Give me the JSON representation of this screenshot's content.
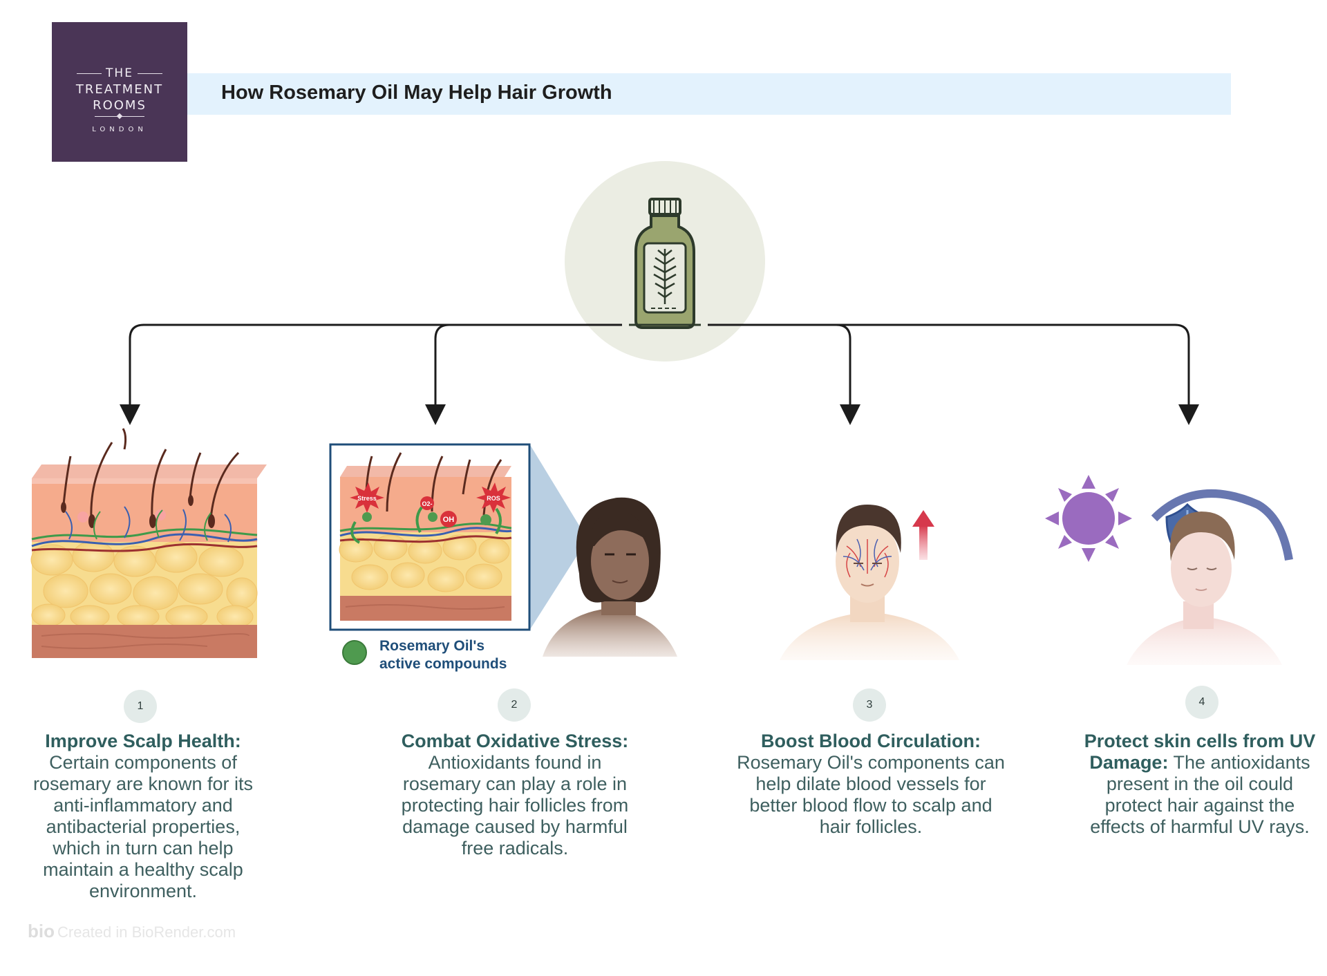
{
  "brand": {
    "line1": "THE",
    "line2": "TREATMENT",
    "line3": "ROOMS",
    "line4": "LONDON",
    "color": "#4a3556"
  },
  "title": "How Rosemary Oil May Help Hair Growth",
  "center_icon": "rosemary-oil-bottle-icon",
  "legend": {
    "label_line1": "Rosemary Oil's",
    "label_line2": "active compounds",
    "color": "#4f9a4f"
  },
  "inset_labels": {
    "stress": "Stress",
    "o2": "O2-",
    "oh": "OH",
    "ros": "ROS"
  },
  "steps": [
    {
      "number": "1",
      "heading": "Improve Scalp Health:",
      "lines": [
        "Certain components of",
        "rosemary are known for its",
        "anti-inflammatory and",
        "antibacterial properties,",
        "which in turn can help",
        "maintain a healthy scalp",
        "environment."
      ]
    },
    {
      "number": "2",
      "heading": "Combat Oxidative Stress:",
      "lines": [
        "Antioxidants found in",
        "rosemary can play a role in",
        "protecting hair follicles from",
        "damage caused by harmful",
        "free radicals."
      ]
    },
    {
      "number": "3",
      "heading": "Boost Blood Circulation:",
      "lines": [
        "Rosemary Oil's components can",
        "help dilate blood vessels for",
        "better blood flow to scalp and",
        "hair follicles."
      ]
    },
    {
      "number": "4",
      "heading_line1": "Protect skin cells from UV",
      "heading_line2": "Damage:",
      "line2_rest": " The antioxidants",
      "lines": [
        "present in the oil could",
        "protect hair against the",
        "effects of harmful UV rays."
      ]
    }
  ],
  "credit": {
    "logo": "bio",
    "text": "Created in BioRender.com"
  },
  "colors": {
    "title_bar": "#e3f2fd",
    "heading_teal": "#2f5e5e",
    "skin_top": "#f4a98a",
    "fat": "#f7dc8f",
    "dermis_base": "#c97a63",
    "uv_sun": "#9a6bbf",
    "shield": "#4a6aa8"
  }
}
